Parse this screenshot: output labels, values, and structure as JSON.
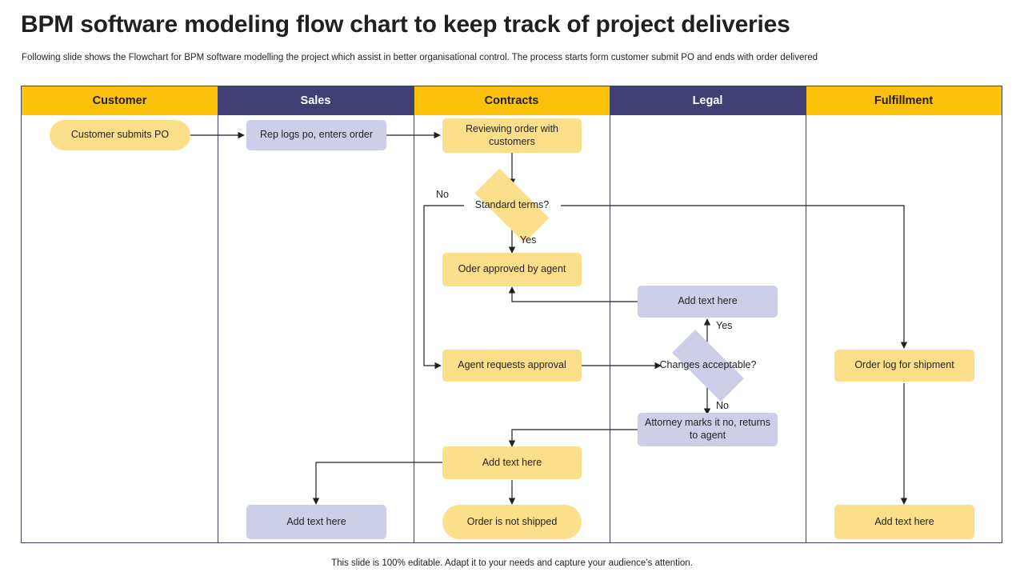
{
  "slide": {
    "title": "BPM software modeling flow chart to keep track of project deliveries",
    "subtitle": "Following slide shows the Flowchart for BPM software modelling the project which assist in better organisational control. The process starts form customer submit PO  and ends with order delivered",
    "footer": "This slide is 100% editable. Adapt it to your needs and capture your audience’s attention."
  },
  "colors": {
    "gold_header": "#fcc10a",
    "navy_header": "#3f3f74",
    "node_yellow": "#fcdf8a",
    "node_periwinkle": "#cdcfe8",
    "border": "#3f3f74",
    "text": "#231f20"
  },
  "lanes": [
    {
      "label": "Customer",
      "style": "gold"
    },
    {
      "label": "Sales",
      "style": "navy"
    },
    {
      "label": "Contracts",
      "style": "gold"
    },
    {
      "label": "Legal",
      "style": "navy"
    },
    {
      "label": "Fulfillment",
      "style": "gold"
    }
  ],
  "nodes": [
    {
      "id": "customer_submits_po",
      "label": "Customer submits PO",
      "lane": "Customer",
      "shape": "rounded",
      "color": "yellow"
    },
    {
      "id": "rep_logs_po",
      "label": "Rep logs po, enters order",
      "lane": "Sales",
      "shape": "rect",
      "color": "periwinkle"
    },
    {
      "id": "reviewing_order",
      "label": "Reviewing  order with customers",
      "lane": "Contracts",
      "shape": "rect",
      "color": "yellow"
    },
    {
      "id": "standard_terms",
      "label": "Standard terms?",
      "lane": "Contracts",
      "shape": "diamond",
      "color": "yellow"
    },
    {
      "id": "oder_approved",
      "label": "Oder approved  by agent",
      "lane": "Contracts",
      "shape": "rect",
      "color": "yellow"
    },
    {
      "id": "agent_requests_approval",
      "label": "Agent requests  approval",
      "lane": "Contracts",
      "shape": "rect",
      "color": "yellow"
    },
    {
      "id": "add_text_legal",
      "label": "Add text here",
      "lane": "Legal",
      "shape": "rect",
      "color": "periwinkle"
    },
    {
      "id": "changes_acceptable",
      "label": "Changes acceptable?",
      "lane": "Legal",
      "shape": "diamond",
      "color": "periwinkle"
    },
    {
      "id": "attorney_marks",
      "label": "Attorney marks it no, returns to agent",
      "lane": "Legal",
      "shape": "rect",
      "color": "periwinkle"
    },
    {
      "id": "order_log_shipment",
      "label": "Order log for shipment",
      "lane": "Fulfillment",
      "shape": "rect",
      "color": "yellow"
    },
    {
      "id": "add_text_contracts",
      "label": "Add text here",
      "lane": "Contracts",
      "shape": "rect",
      "color": "yellow"
    },
    {
      "id": "add_text_sales",
      "label": "Add text here",
      "lane": "Sales",
      "shape": "rect",
      "color": "periwinkle"
    },
    {
      "id": "order_not_shipped",
      "label": "Order is not shipped",
      "lane": "Contracts",
      "shape": "rounded",
      "color": "yellow"
    },
    {
      "id": "add_text_fulfillment",
      "label": "Add text here",
      "lane": "Fulfillment",
      "shape": "rect",
      "color": "yellow"
    }
  ],
  "edge_labels": [
    {
      "id": "label_no_standard",
      "text": "No"
    },
    {
      "id": "label_yes_standard",
      "text": "Yes"
    },
    {
      "id": "label_yes_changes",
      "text": "Yes"
    },
    {
      "id": "label_no_changes",
      "text": "No"
    }
  ]
}
